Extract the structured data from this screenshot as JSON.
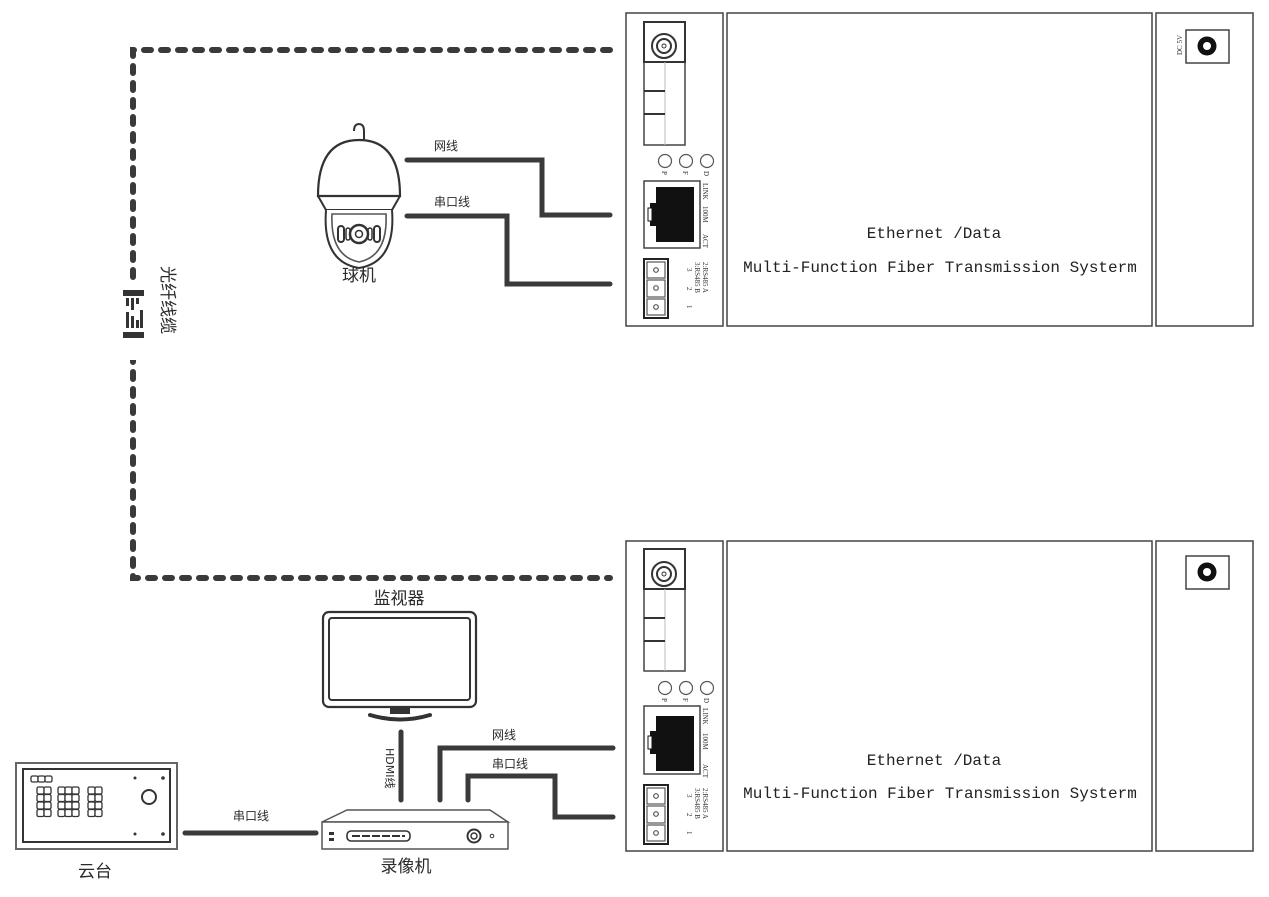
{
  "diagram": {
    "title": "Ethernet / Data multi-function fiber transmission connection diagram",
    "fiber_cable_label": "光纤线缆",
    "devices": {
      "dome_camera": {
        "label": "球机",
        "icon": "dome-camera-icon"
      },
      "monitor": {
        "label": "监视器",
        "icon": "monitor-icon"
      },
      "recorder": {
        "label": "录像机",
        "icon": "nvr-recorder-icon"
      },
      "ptz_keyboard": {
        "label": "云台",
        "icon": "ptz-keyboard-icon"
      }
    },
    "cables": {
      "network": "网线",
      "serial": "串口线",
      "hdmi": "HDMI线",
      "serial_keyboard": "串口线"
    },
    "transceivers": [
      {
        "id": "remote",
        "line1": "Ethernet /Data",
        "line2": "Multi-Function Fiber Transmission Systerm",
        "power_label": "DC 5V",
        "leds": [
          "P",
          "F",
          "D"
        ],
        "port_labels": {
          "link": "LINK",
          "speed": "100M",
          "act": "ACT"
        },
        "rs485": {
          "a": "2:RS485 A",
          "b": "3:RS485 B",
          "pins": [
            "3",
            "2",
            "1"
          ]
        }
      },
      {
        "id": "local",
        "line1": "Ethernet /Data",
        "line2": "Multi-Function Fiber Transmission Systerm",
        "power_label": "",
        "leds": [
          "P",
          "F",
          "D"
        ],
        "port_labels": {
          "link": "LINK",
          "speed": "100M",
          "act": "ACT"
        },
        "rs485": {
          "a": "2:RS485 A",
          "b": "3:RS485 B",
          "pins": [
            "3",
            "2",
            "1"
          ]
        }
      }
    ]
  }
}
